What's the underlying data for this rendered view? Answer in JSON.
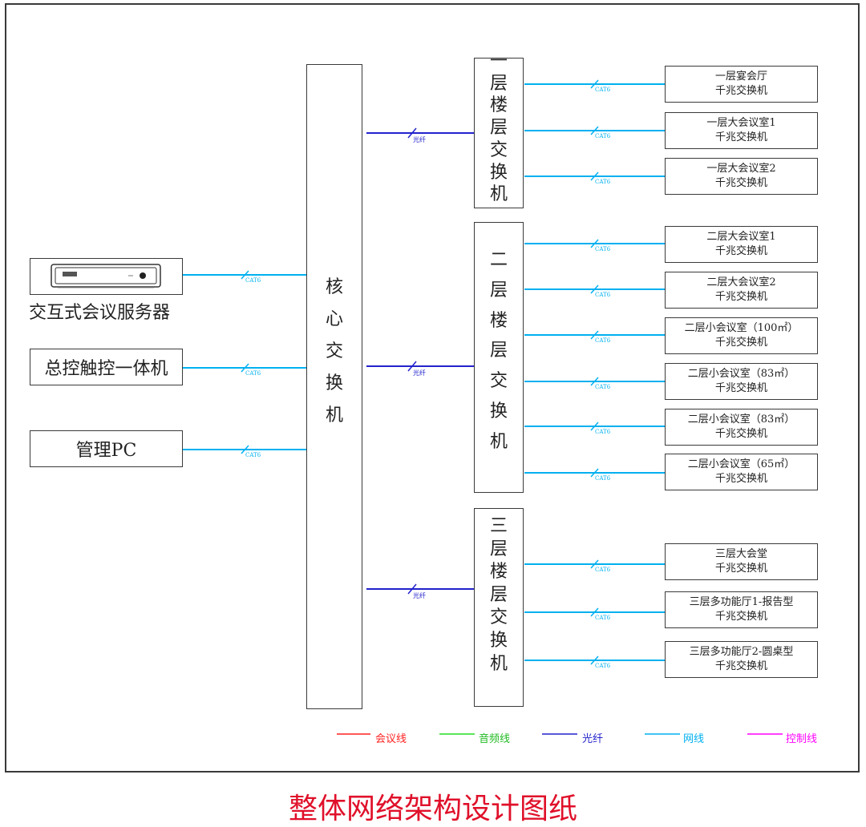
{
  "diagram": {
    "title": "整体网络架构设计图纸",
    "left_devices": {
      "server": "交互式会议服务器",
      "touch_panel": "总控触控一体机",
      "management_pc": "管理PC"
    },
    "core_switch": [
      "核",
      "心",
      "交",
      "换",
      "机"
    ],
    "floor_switches": [
      [
        "一",
        "层",
        "楼",
        "层",
        "交",
        "换",
        "机"
      ],
      [
        "二",
        "层",
        "楼",
        "层",
        "交",
        "换",
        "机"
      ],
      [
        "三",
        "层",
        "楼",
        "层",
        "交",
        "换",
        "机"
      ]
    ],
    "destinations": [
      {
        "name": "一层宴会厅",
        "type": "千兆交换机"
      },
      {
        "name": "一层大会议室1",
        "type": "千兆交换机"
      },
      {
        "name": "一层大会议室2",
        "type": "千兆交换机"
      },
      {
        "name": "二层大会议室1",
        "type": "千兆交换机"
      },
      {
        "name": "二层大会议室2",
        "type": "千兆交换机"
      },
      {
        "name": "二层小会议室（100㎡）",
        "type": "千兆交换机"
      },
      {
        "name": "二层小会议室（83㎡）",
        "type": "千兆交换机"
      },
      {
        "name": "二层小会议室（83㎡）",
        "type": "千兆交换机"
      },
      {
        "name": "二层小会议室（65㎡）",
        "type": "千兆交换机"
      },
      {
        "name": "三层大会堂",
        "type": "千兆交换机"
      },
      {
        "name": "三层多功能厅1-报告型",
        "type": "千兆交换机"
      },
      {
        "name": "三层多功能厅2-圆桌型",
        "type": "千兆交换机"
      }
    ],
    "cable_labels": {
      "network": "CAT6",
      "fiber": "光纤"
    },
    "legend": [
      {
        "label": "会议线",
        "color": "#ff2020"
      },
      {
        "label": "音频线",
        "color": "#22dd22"
      },
      {
        "label": "光纤",
        "color": "#2222cc"
      },
      {
        "label": "网线",
        "color": "#00b0f0"
      },
      {
        "label": "控制线",
        "color": "#ff00ff"
      }
    ],
    "colors": {
      "network": "#00b0f0",
      "fiber": "#2222cc"
    }
  }
}
